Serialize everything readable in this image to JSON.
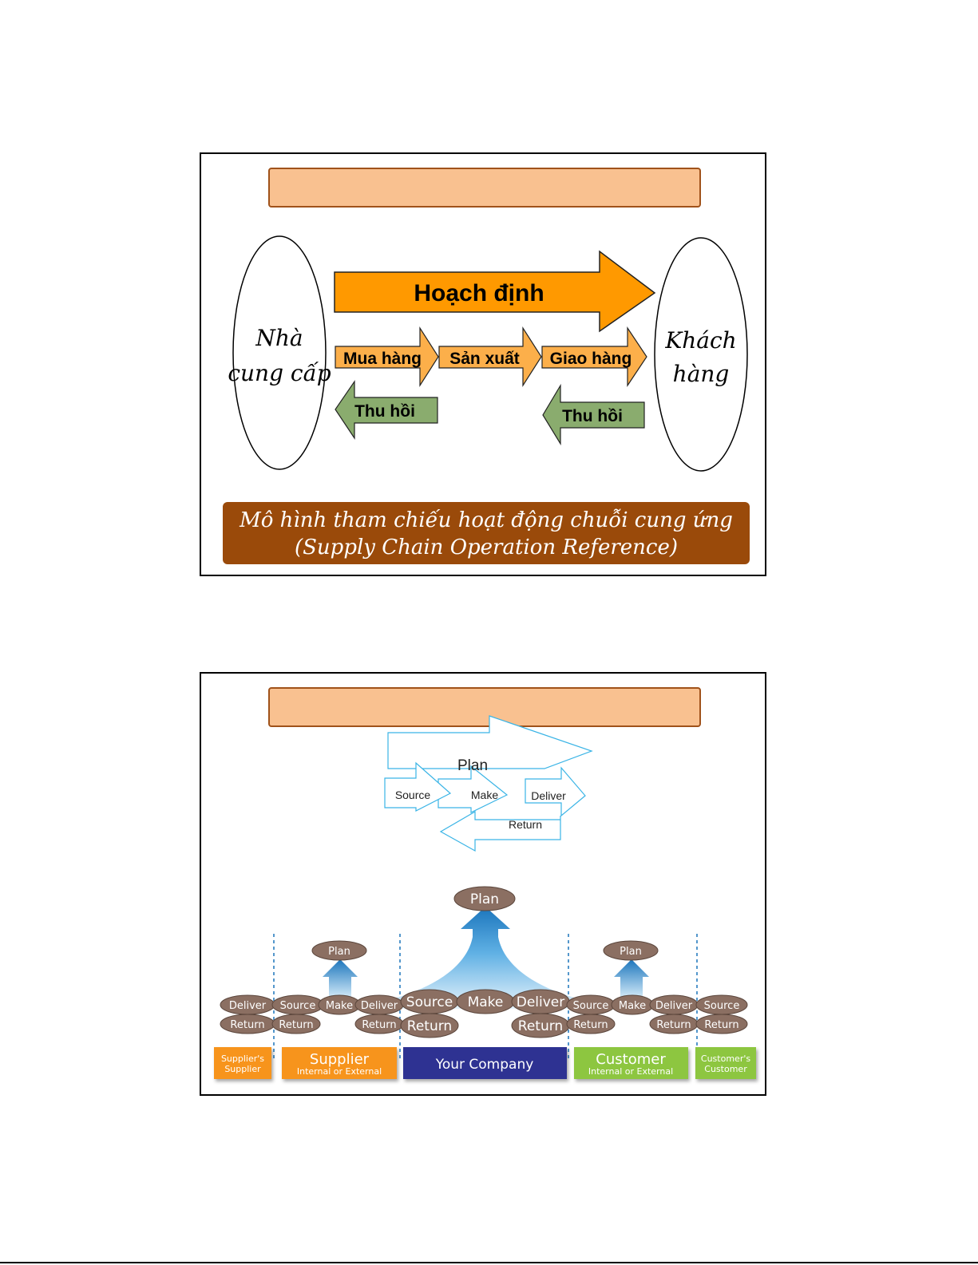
{
  "slide1": {
    "title": "",
    "supplier_label": [
      "Nhà",
      "cung cấp"
    ],
    "customer_label": [
      "Khách",
      "hàng"
    ],
    "plan_arrow": "Hoạch định",
    "flow_arrows": [
      "Mua hàng",
      "Sản xuất",
      "Giao hàng"
    ],
    "return_arrows": [
      "Thu hồi",
      "Thu hồi"
    ],
    "caption_line1": "Mô hình tham chiếu hoạt động chuỗi cung ứng",
    "caption_line2": "(Supply Chain Operation Reference)",
    "colors": {
      "title_fill": "#f9c190",
      "title_border": "#a0521a",
      "plan_fill": "#ff9900",
      "flow_fill": "#fcaf4a",
      "return_fill": "#8aac6e",
      "caption_fill": "#9a4a0a"
    }
  },
  "slide2": {
    "title": "",
    "top_diagram": {
      "plan": "Plan",
      "source": "Source",
      "make": "Make",
      "deliver": "Deliver",
      "return": "Return",
      "stroke_color": "#3ab4e6"
    },
    "chain": {
      "big_plan": "Plan",
      "supplier_plan": "Plan",
      "customer_plan": "Plan",
      "ovals": {
        "ss_deliver": "Deliver",
        "ss_return": "Return",
        "sup_source": "Source",
        "sup_make": "Make",
        "sup_deliver": "Deliver",
        "sup_return_l": "Return",
        "sup_return_r": "Return",
        "yc_source": "Source",
        "yc_make": "Make",
        "yc_deliver": "Deliver",
        "yc_return_l": "Return",
        "yc_return_r": "Return",
        "cu_source": "Source",
        "cu_make": "Make",
        "cu_deliver": "Deliver",
        "cu_return_l": "Return",
        "cu_return_r": "Return",
        "cc_source": "Source",
        "cc_return": "Return"
      },
      "entities": [
        {
          "line1": "Supplier's",
          "line2": "Supplier",
          "color": "#f7941d"
        },
        {
          "line1": "Supplier",
          "line2": "Internal or External",
          "color": "#f7941d"
        },
        {
          "line1": "Your Company",
          "line2": "",
          "color": "#2e3192"
        },
        {
          "line1": "Customer",
          "line2": "Internal or External",
          "color": "#8dc63f"
        },
        {
          "line1": "Customer's",
          "line2": "Customer",
          "color": "#8dc63f"
        }
      ],
      "oval_color": "#8b6f62",
      "arrow_color": "#1b75bc"
    }
  }
}
